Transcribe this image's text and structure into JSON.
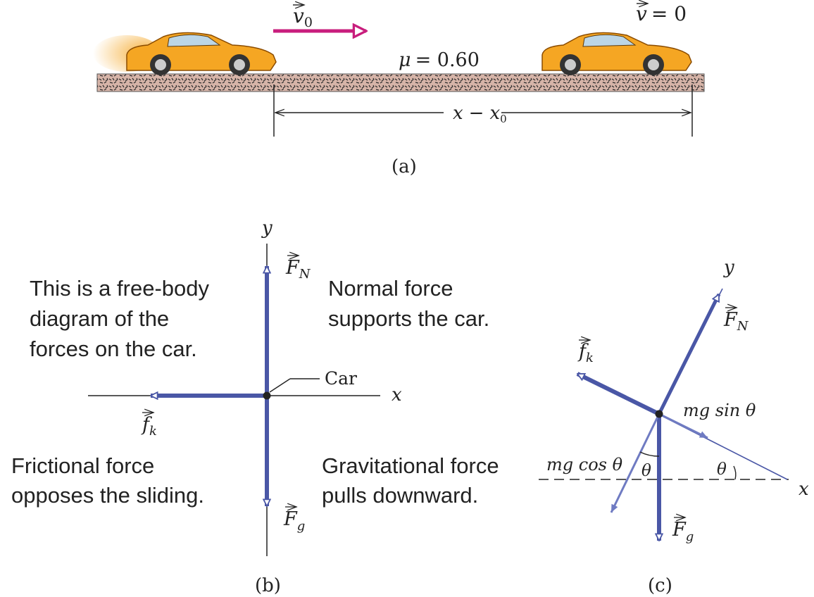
{
  "colors": {
    "force": "#4a57a6",
    "force_light": "#6f7bc2",
    "velocity": "#c81e7d",
    "car_body": "#f5a623",
    "ground": "#d6b4a8",
    "ground_speckle": "#2b2b2b",
    "ink": "#222222"
  },
  "panel_a": {
    "v0_label": "v",
    "v0_subscript": "0",
    "v_final_label": "v",
    "v_final_value": "= 0",
    "mu_symbol": "μ",
    "mu_value": "= 0.60",
    "displacement_x": "x",
    "displacement_minus": "−",
    "displacement_x0": "x",
    "displacement_x0_sub": "0",
    "panel_label": "(a)"
  },
  "panel_b": {
    "axis_y": "y",
    "axis_x": "x",
    "normal_force": "F",
    "normal_force_sub": "N",
    "gravity_force": "F",
    "gravity_force_sub": "g",
    "friction_force": "f",
    "friction_force_sub": "k",
    "car_label": "Car",
    "note_top_left": [
      "This is a free-body",
      "diagram of the",
      "forces on the car."
    ],
    "note_top_right": [
      "Normal force",
      "supports the car."
    ],
    "note_bottom_left": [
      "Frictional force",
      "opposes the sliding."
    ],
    "note_bottom_right": [
      "Gravitational force",
      "pulls downward."
    ],
    "panel_label": "(b)"
  },
  "panel_c": {
    "axis_y": "y",
    "axis_x": "x",
    "normal_force": "F",
    "normal_force_sub": "N",
    "gravity_force": "F",
    "gravity_force_sub": "g",
    "friction_force": "f",
    "friction_force_sub": "k",
    "mg_sin": "mg sin θ",
    "mg_cos": "mg cos θ",
    "theta_1": "θ",
    "theta_2": "θ",
    "panel_label": "(c)"
  }
}
